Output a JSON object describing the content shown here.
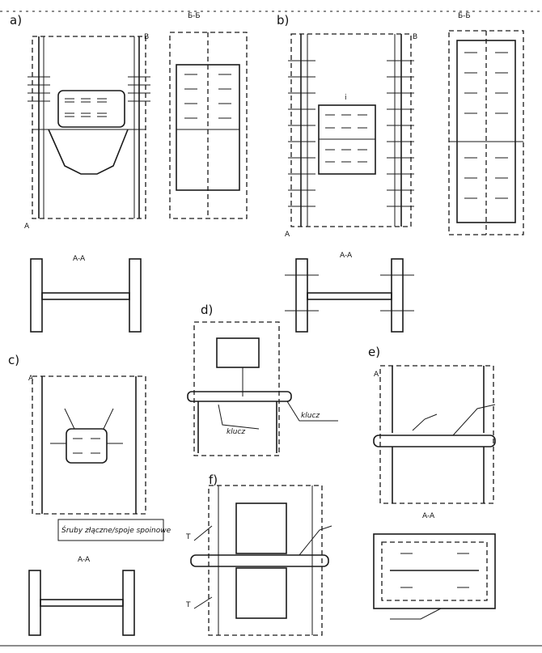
{
  "figure": {
    "panels": [
      {
        "id": "a",
        "label": "a)",
        "section_bb": "Б-Б",
        "section_aa": "A-A",
        "mark_a": "A",
        "mark_b": "B"
      },
      {
        "id": "b",
        "label": "b)",
        "section_bb": "Б-Б",
        "section_aa": "A-A",
        "mark_a": "A",
        "mark_b": "B",
        "mark_i": "i"
      },
      {
        "id": "c",
        "label": "c)",
        "section_aa": "A-A",
        "mark_a": "A",
        "note": "Śruby złączne/spoje spoinowe"
      },
      {
        "id": "d",
        "label": "d)",
        "weld_label_1": "klucz",
        "weld_label_2": "klucz"
      },
      {
        "id": "e",
        "label": "e)",
        "section_aa": "A-A",
        "mark_a": "A"
      },
      {
        "id": "f",
        "label": "f)",
        "mark_t1": "T",
        "mark_t2": "T"
      }
    ]
  }
}
